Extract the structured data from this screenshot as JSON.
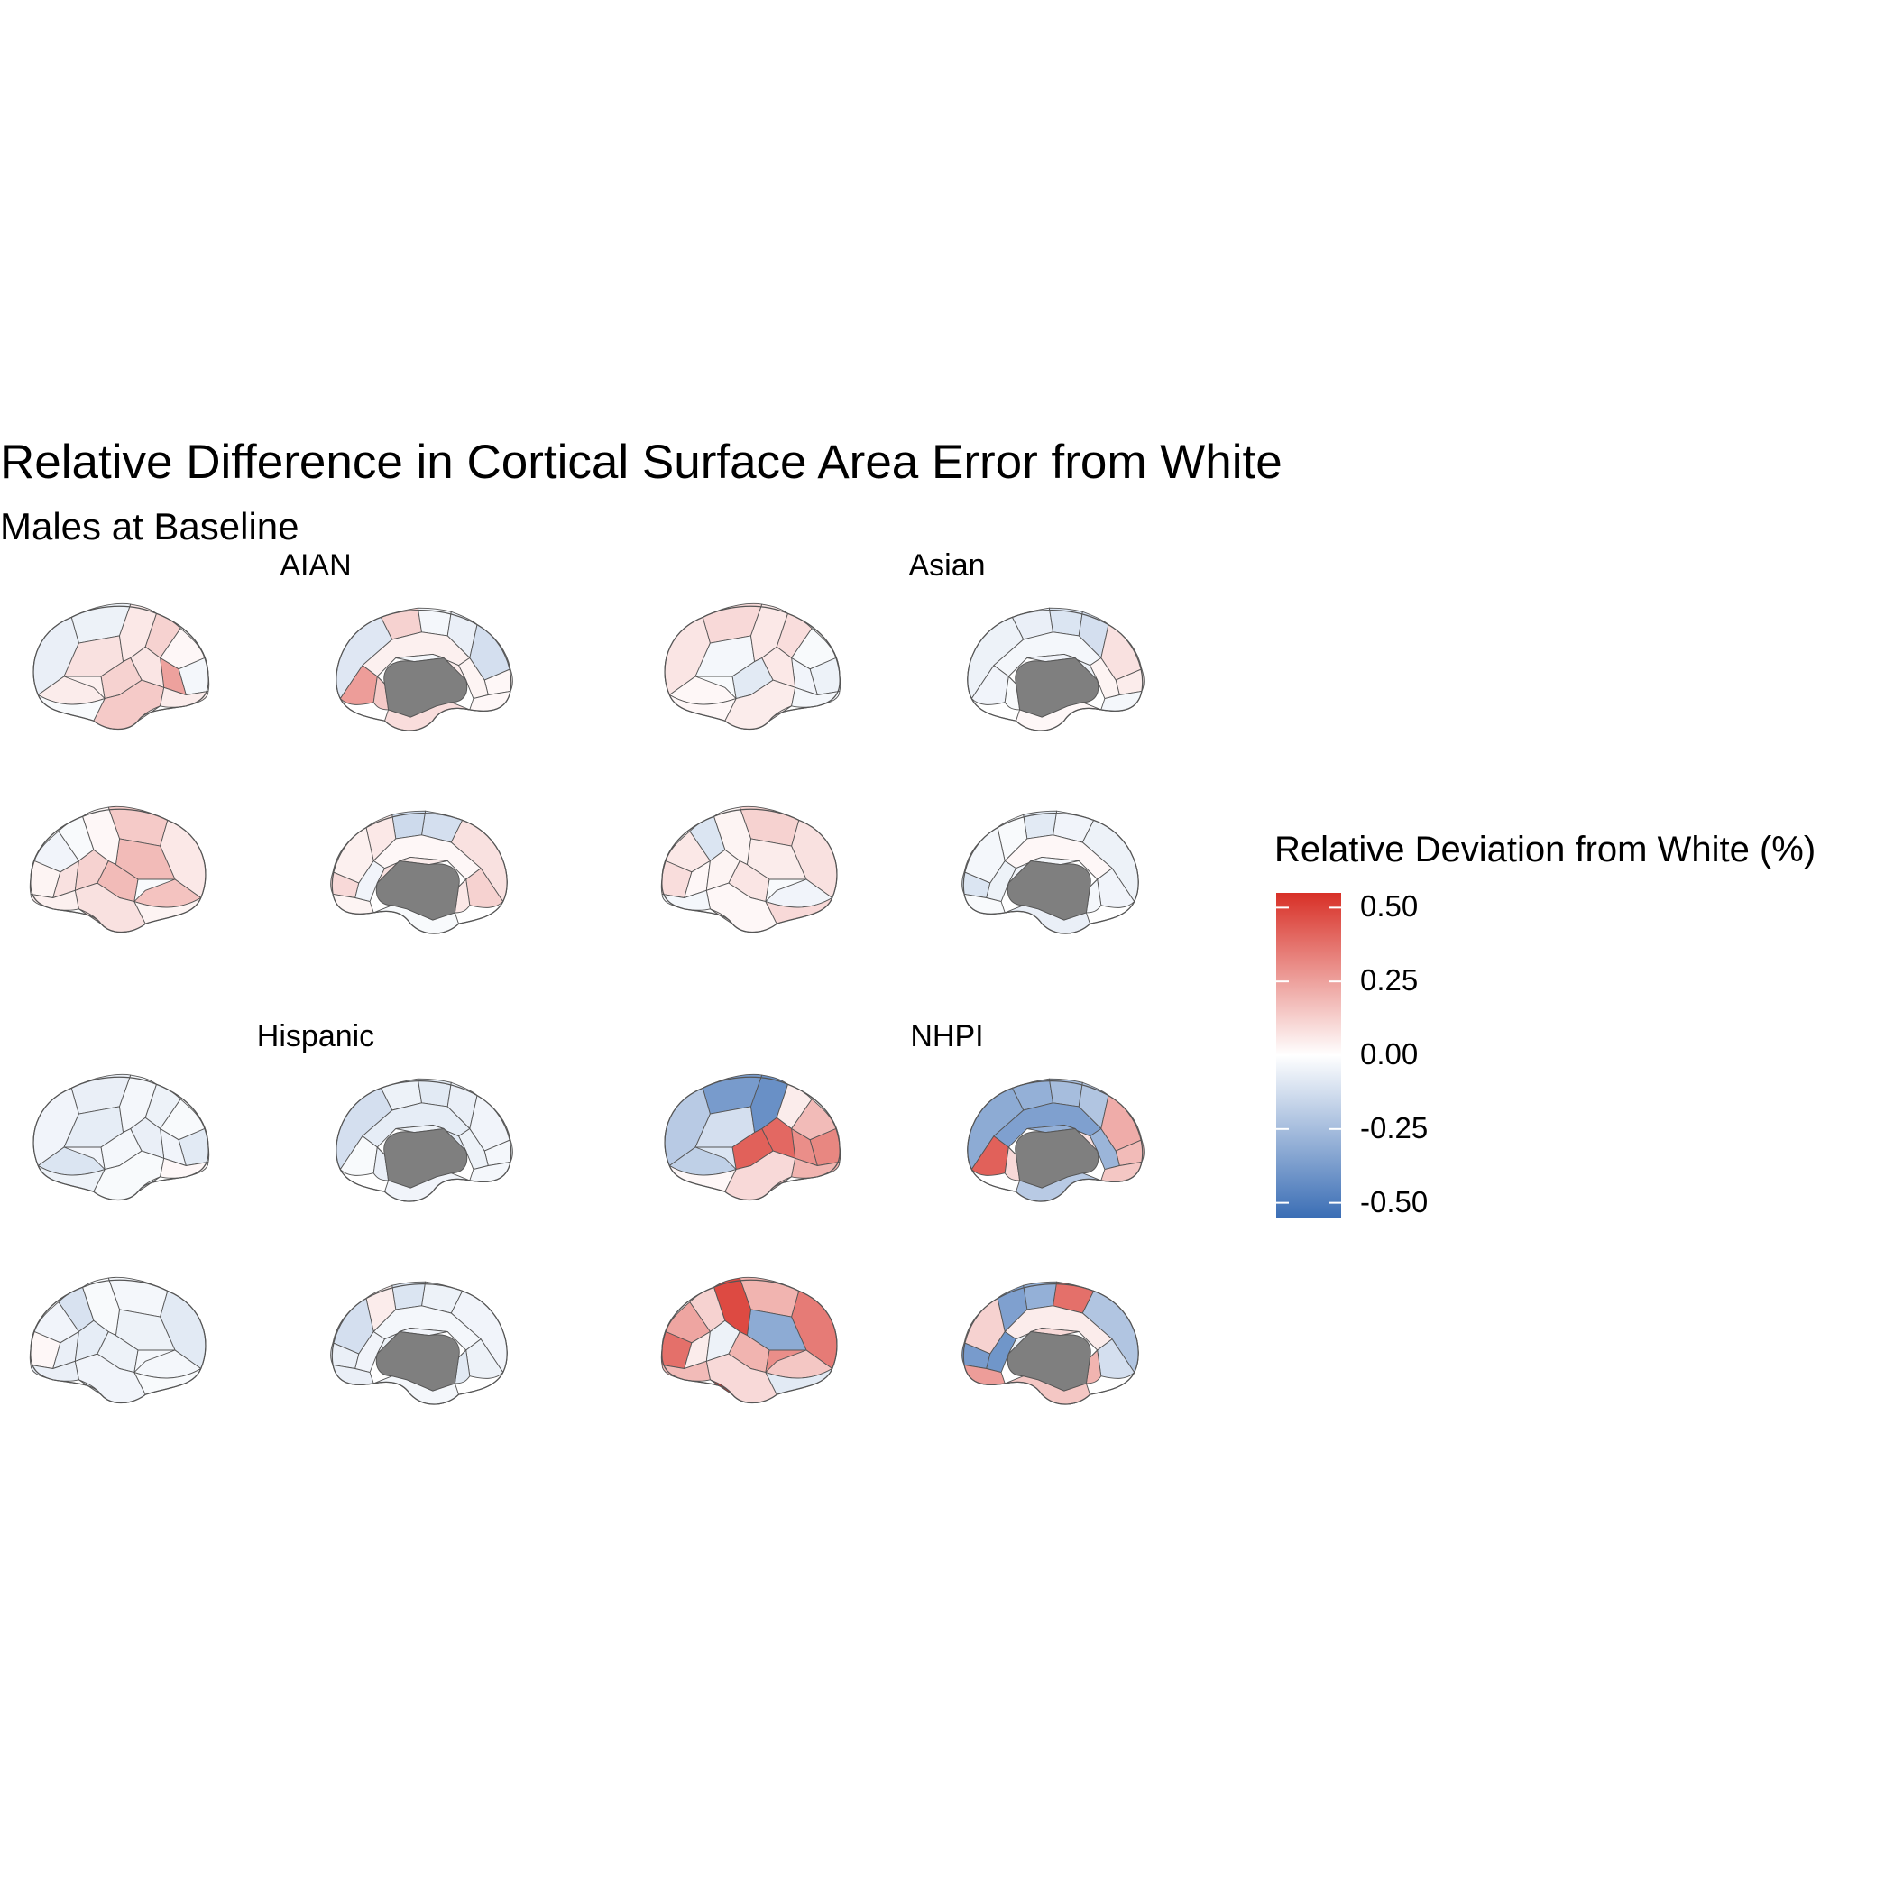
{
  "title": "Relative Difference in Cortical Surface Area Error from White",
  "subtitle": "Males at Baseline",
  "colors": {
    "outline": "#555555",
    "medial_wall": "#7f7f7f",
    "low": "#3b6eb5",
    "mid": "#ffffff",
    "high": "#d83027"
  },
  "chart_data": {
    "type": "heatmap",
    "title": "Relative Difference in Cortical Surface Area Error from White",
    "subtitle": "Males at Baseline",
    "facets": [
      "AIAN",
      "Asian",
      "Hispanic",
      "NHPI"
    ],
    "legend": {
      "title": "Relative Deviation from White (%)",
      "placement": "right",
      "range": [
        -0.55,
        0.55
      ],
      "breaks": [
        0.5,
        0.25,
        0.0,
        -0.25,
        -0.5
      ],
      "break_labels": [
        "0.50",
        "0.25",
        "0.00",
        "-0.25",
        "-0.50"
      ]
    },
    "views": [
      "left lateral",
      "left medial",
      "right lateral",
      "right medial"
    ],
    "region_values": {
      "AIAN": [
        [
          -0.05,
          -0.06,
          0.08,
          0.06,
          0.12,
          0.02,
          -0.03,
          0.25,
          0.05,
          0.12,
          0.07,
          0.14,
          0.05,
          -0.02,
          0.03,
          0.04
        ],
        [
          0.12,
          -0.03,
          -0.06,
          -0.09,
          -0.12,
          0.02,
          0.04,
          0.26,
          0.14,
          0.03,
          0.02,
          0.09,
          0.05,
          -0.03
        ],
        [
          0.14,
          0.06,
          0.18,
          0.02,
          -0.02,
          -0.04,
          0.03,
          0.08,
          0.16,
          0.18,
          0.12,
          0.08,
          0.04,
          0.03,
          0.1,
          -0.02
        ],
        [
          -0.12,
          -0.14,
          0.06,
          0.08,
          0.04,
          0.1,
          0.02,
          0.12,
          0.06,
          -0.04,
          0.03,
          -0.02,
          0.08,
          0.05
        ]
      ],
      "Asian": [
        [
          0.1,
          0.07,
          -0.03,
          0.06,
          0.09,
          -0.02,
          -0.05,
          -0.04,
          0.02,
          -0.08,
          0.06,
          0.05,
          -0.03,
          0.02,
          0.04,
          -0.02
        ],
        [
          -0.06,
          -0.1,
          -0.12,
          -0.05,
          0.08,
          0.05,
          -0.03,
          -0.04,
          -0.02,
          0.03,
          -0.03,
          0.02,
          -0.05,
          -0.04
        ],
        [
          0.12,
          0.08,
          0.05,
          0.03,
          -0.1,
          0.06,
          0.09,
          0.02,
          -0.04,
          0.07,
          0.03,
          0.02,
          -0.03,
          0.1,
          0.04,
          -0.02
        ],
        [
          -0.04,
          -0.08,
          -0.02,
          -0.05,
          -0.03,
          -0.1,
          0.02,
          -0.04,
          -0.03,
          -0.05,
          -0.02,
          -0.06,
          -0.04,
          -0.03
        ]
      ],
      "Hispanic": [
        [
          -0.06,
          -0.04,
          -0.07,
          -0.03,
          -0.05,
          -0.02,
          -0.08,
          -0.04,
          -0.1,
          -0.03,
          -0.06,
          -0.02,
          0.02,
          -0.05,
          -0.03,
          -0.04
        ],
        [
          -0.05,
          -0.08,
          -0.06,
          -0.12,
          -0.04,
          -0.03,
          -0.07,
          -0.02,
          -0.06,
          -0.05,
          -0.03,
          -0.04,
          -0.08,
          -0.05
        ],
        [
          -0.03,
          -0.08,
          -0.05,
          -0.02,
          -0.11,
          -0.04,
          0.02,
          -0.06,
          -0.03,
          -0.05,
          -0.07,
          -0.04,
          -0.06,
          -0.02,
          -0.05,
          -0.03
        ],
        [
          -0.05,
          -0.1,
          0.05,
          -0.04,
          -0.12,
          -0.06,
          -0.03,
          -0.05,
          -0.08,
          -0.04,
          -0.06,
          -0.03,
          -0.05,
          -0.04
        ]
      ],
      "NHPI": [
        [
          -0.38,
          -0.2,
          -0.12,
          -0.42,
          0.05,
          0.18,
          0.32,
          0.3,
          -0.18,
          0.42,
          0.4,
          0.1,
          0.2,
          0.02,
          0.15,
          -0.1
        ],
        [
          -0.3,
          -0.25,
          -0.22,
          -0.32,
          0.22,
          0.18,
          -0.36,
          0.42,
          0.1,
          -0.28,
          0.15,
          -0.2,
          0.08,
          -0.3
        ],
        [
          0.2,
          0.35,
          -0.32,
          0.48,
          0.12,
          0.24,
          0.38,
          0.05,
          0.15,
          0.2,
          -0.05,
          0.1,
          0.18,
          -0.08,
          0.55,
          0.3
        ],
        [
          0.38,
          -0.3,
          -0.36,
          -0.22,
          0.12,
          -0.38,
          0.05,
          -0.12,
          0.2,
          -0.4,
          0.26,
          0.15,
          -0.05,
          0.1
        ]
      ]
    }
  }
}
